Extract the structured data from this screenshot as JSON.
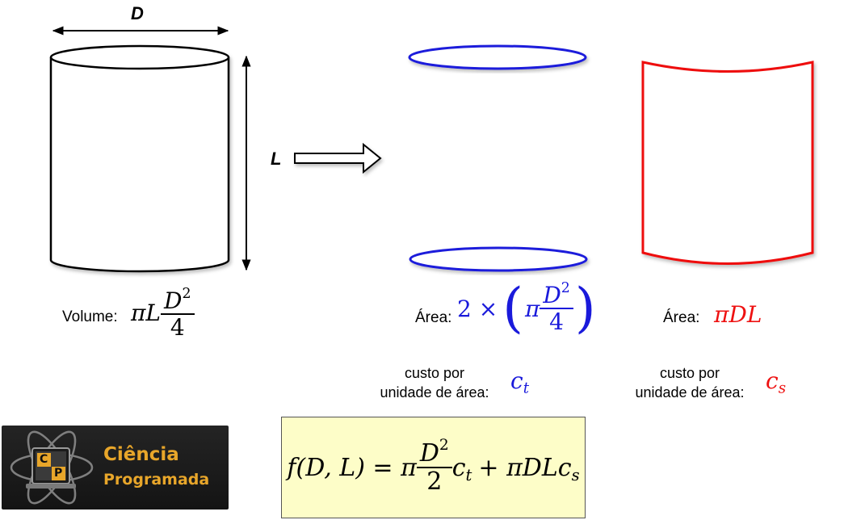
{
  "labels": {
    "diameter": "D",
    "length": "L"
  },
  "volume": {
    "label": "Volume:",
    "formula": {
      "prefix": "πL",
      "numerator": "D",
      "exponent": "2",
      "denominator": "4"
    }
  },
  "tops_area": {
    "label": "Área:",
    "formula": {
      "coef": "2 ×",
      "open": "(",
      "pi": "π",
      "numerator": "D",
      "exponent": "2",
      "denominator": "4",
      "close": ")"
    },
    "cost_label_line1": "custo por",
    "cost_label_line2": "unidade de área:",
    "cost_symbol": "c",
    "cost_subscript": "t"
  },
  "side_area": {
    "label": "Área:",
    "formula": "πDL",
    "cost_label_line1": "custo por",
    "cost_label_line2": "unidade de área:",
    "cost_symbol": "c",
    "cost_subscript": "s"
  },
  "objective": {
    "lhs": "f(D, L) = π",
    "numerator": "D",
    "exponent": "2",
    "denominator": "2",
    "term1_symbol": "c",
    "term1_sub": "t",
    "term2": "+ πDLc",
    "term2_sub": "s"
  },
  "logo": {
    "badge_letters": [
      "C",
      "P"
    ],
    "line1": "Ciência",
    "line2": "Programada"
  },
  "colors": {
    "tops": "#1a1adb",
    "side": "#ee1111",
    "formula_bg": "#fdfdc8",
    "logo_accent": "#e8a62a"
  }
}
